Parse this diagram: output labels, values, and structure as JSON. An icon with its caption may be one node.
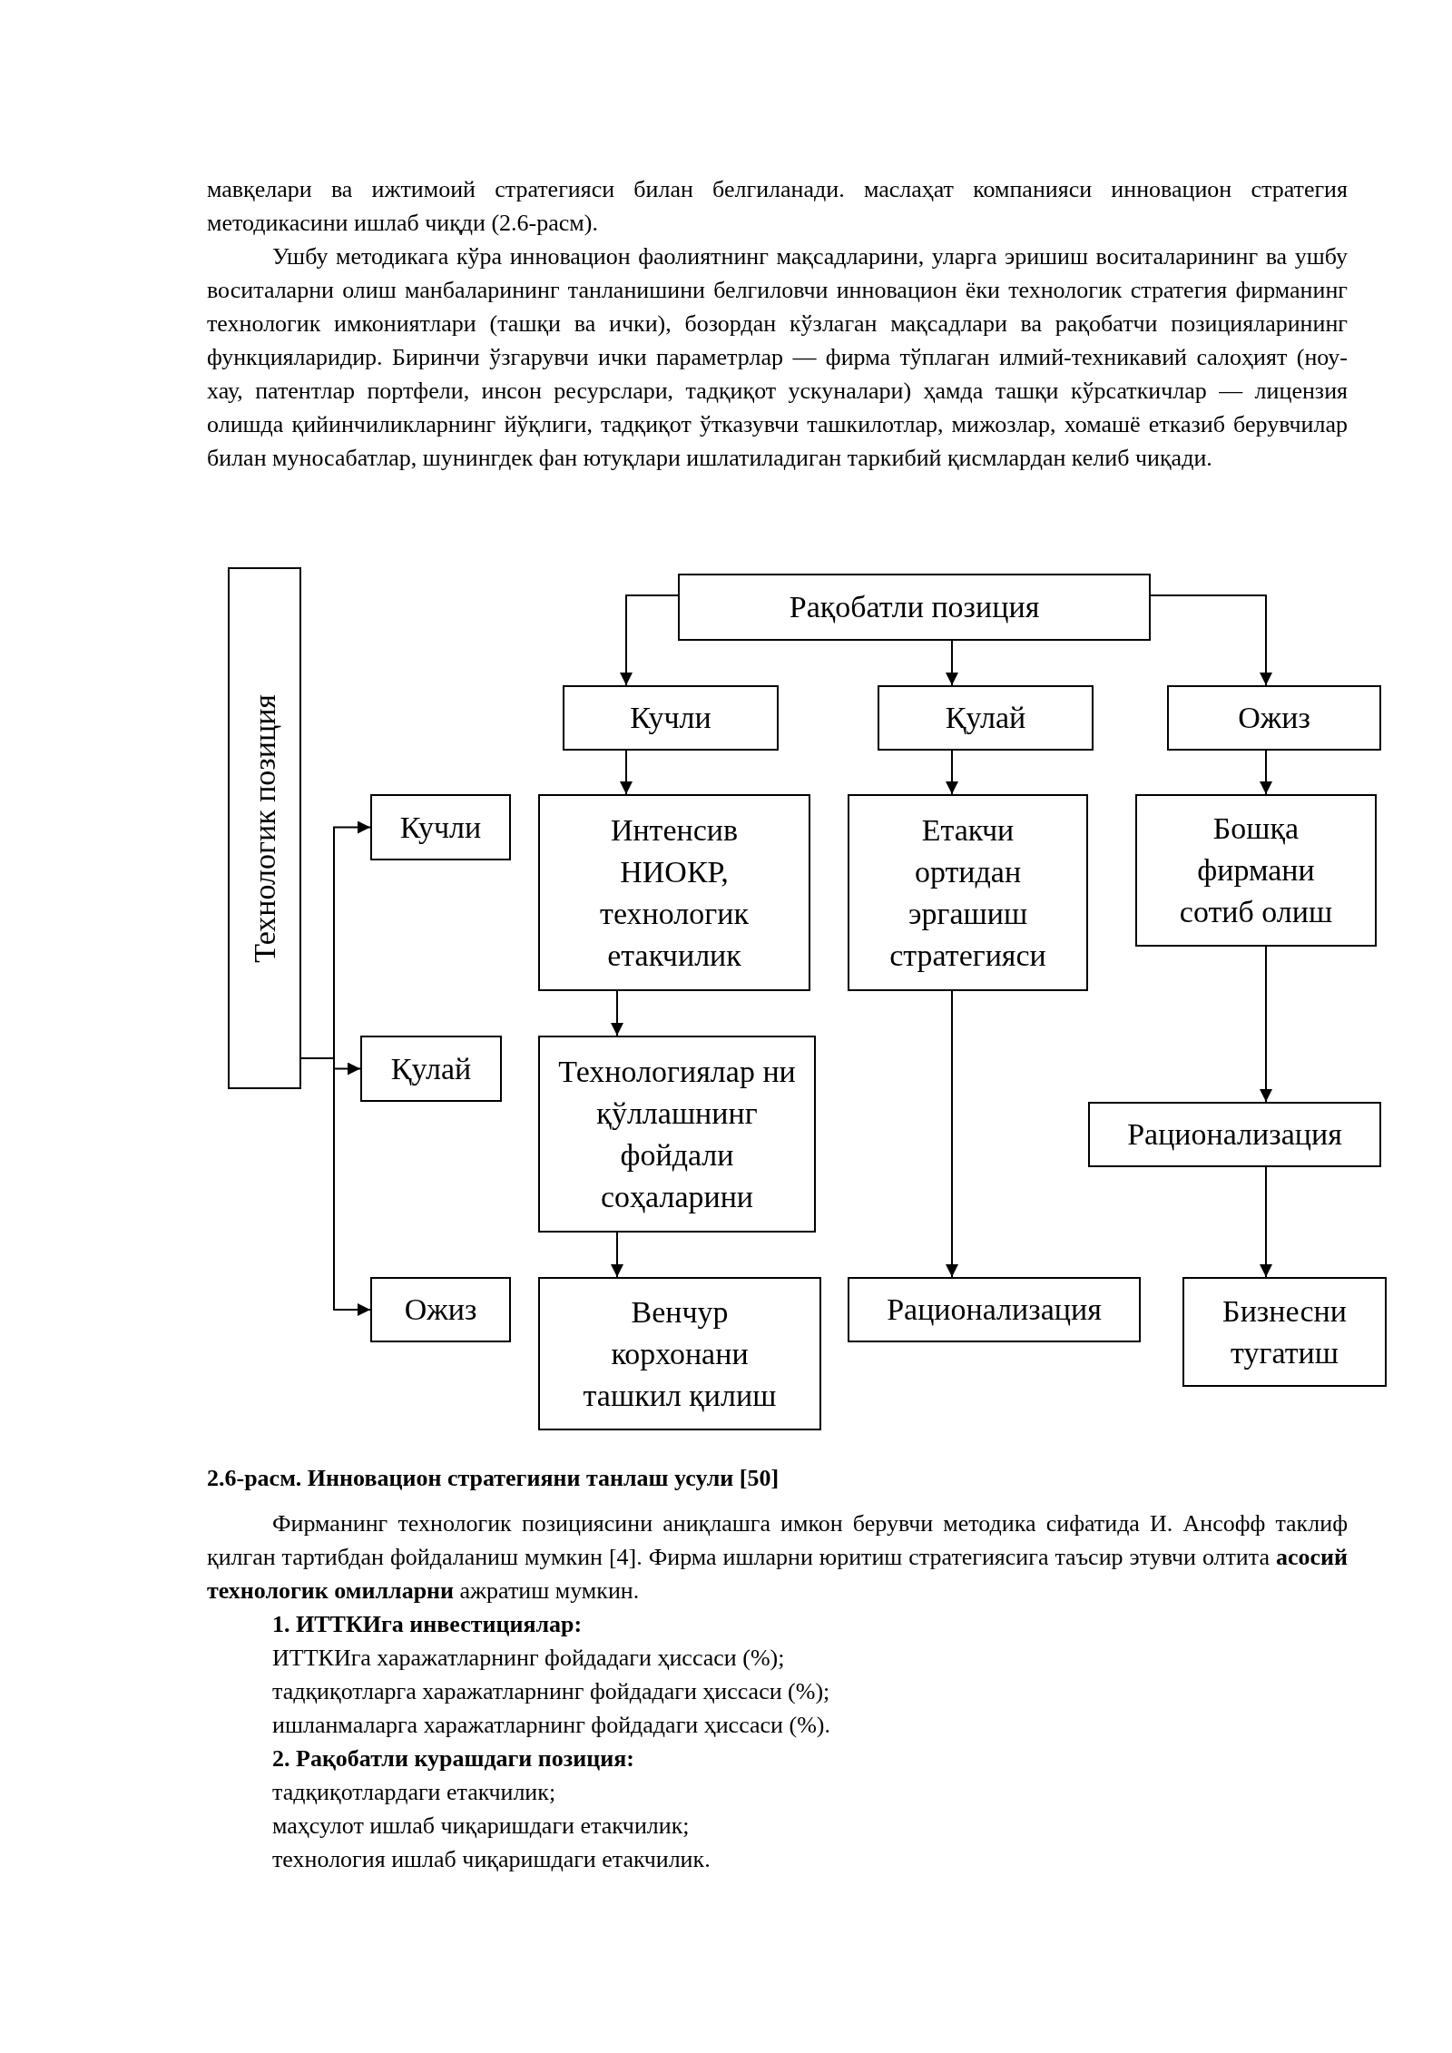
{
  "diagram": {
    "caption": "2.6-расм. Инновацион стратегияни танлаш усули [50]",
    "nodes": [
      {
        "text": [
          "Технологик позиция"
        ]
      },
      {
        "text": [
          "Рақобатли позиция"
        ]
      },
      {
        "text": [
          "Кучли"
        ]
      },
      {
        "text": [
          "Қулай"
        ]
      },
      {
        "text": [
          "Ожиз"
        ]
      },
      {
        "text": [
          "Кучли"
        ]
      },
      {
        "text": [
          "Интенсив НИОКР, технологик етакчилик"
        ]
      },
      {
        "text": [
          "Етакчи ортидан эргашиш стратегияси"
        ]
      },
      {
        "text": [
          "Бошқа фирмани сотиб олиш"
        ]
      },
      {
        "text": [
          "Қулай"
        ]
      },
      {
        "text": [
          "Технологиялар ни қўллашнинг фойдали соҳаларини"
        ]
      },
      {
        "text": [
          "Рационализация"
        ]
      },
      {
        "text": [
          "Ожиз"
        ]
      },
      {
        "text": [
          "Венчур корхонани ташкил қилиш"
        ]
      },
      {
        "text": [
          "Рационализация"
        ]
      },
      {
        "text": [
          "Бизнесни тугатиш"
        ]
      }
    ],
    "edges": [
      {
        "from": 1,
        "to": 2,
        "arrow": "to"
      },
      {
        "from": 1,
        "to": 3,
        "arrow": "to"
      },
      {
        "from": 1,
        "to": 4,
        "arrow": "to"
      },
      {
        "from": 2,
        "to": 6,
        "arrow": "to"
      },
      {
        "from": 3,
        "to": 7,
        "arrow": "to"
      },
      {
        "from": 4,
        "to": 8,
        "arrow": "to"
      },
      {
        "from": 0,
        "to": 5,
        "arrow": "to"
      },
      {
        "from": 0,
        "to": 9,
        "arrow": "to"
      },
      {
        "from": 0,
        "to": 12,
        "arrow": "to"
      },
      {
        "from": 6,
        "to": 10,
        "arrow": "to"
      },
      {
        "from": 10,
        "to": 13,
        "arrow": "to"
      },
      {
        "from": 7,
        "to": 14,
        "arrow": "to"
      },
      {
        "from": 8,
        "to": 11,
        "arrow": "to"
      },
      {
        "from": 11,
        "to": 15,
        "arrow": "to"
      }
    ],
    "labels": [
      "мавқелари ва ижтимоий стратегияси билан белгиланади. маслаҳат компанияси инновацион стратегия методикасини ишлаб чиқди (2.6-расм).",
      "Ушбу методикага кўра инновацион фаолиятнинг мақсадларини, уларга эришиш воситаларининг ва ушбу воситаларни олиш манбаларининг танланишини белгиловчи инновацион ёки технологик стратегия фирманинг технологик имкониятлари (ташқи ва ички), бозордан кўзлаган мақсадлари ва рақобатчи позицияларининг функцияларидир. Биринчи ўзгарувчи ички параметрлар — фирма тўплаган илмий-техникавий салоҳият (ноу-хау, патентлар портфели, инсон ресурслари, тадқиқот ускуналари) ҳамда ташқи кўрсаткичлар — лицензия олишда қийинчиликларнинг йўқлиги, тадқиқот ўтказувчи ташкилотлар, мижозлар, хомашё етказиб берувчилар билан муносабатлар, шунингдек фан ютуқлари ишлатиладиган таркибий қисмлардан келиб чиқади.",
      "Фирманинг технологик позициясини аниқлашга имкон берувчи методика сифатида И. Ансофф таклиф қилган тартибдан фойдаланиш мумкин [4]. Фирма ишларни юритиш стратегиясига таъсир этувчи олтита **асосий технологик омилларни** ажратиш мумкин.",
      "1. ИТТКИга инвестициялар:",
      "ИТТКИга харажатларнинг фойдадаги ҳиссаси (%);",
      "тадқиқотларга харажатларнинг фойдадаги ҳиссаси (%);",
      "ишланмаларга харажатларнинг фойдадаги ҳиссаси (%).",
      "2. Рақобатли курашдаги позиция:",
      "тадқиқотлардаги етакчилик;",
      "маҳсулот ишлаб чиқаришдаги етакчилик;",
      "технология ишлаб чиқаришдаги етакчилик."
    ]
  }
}
